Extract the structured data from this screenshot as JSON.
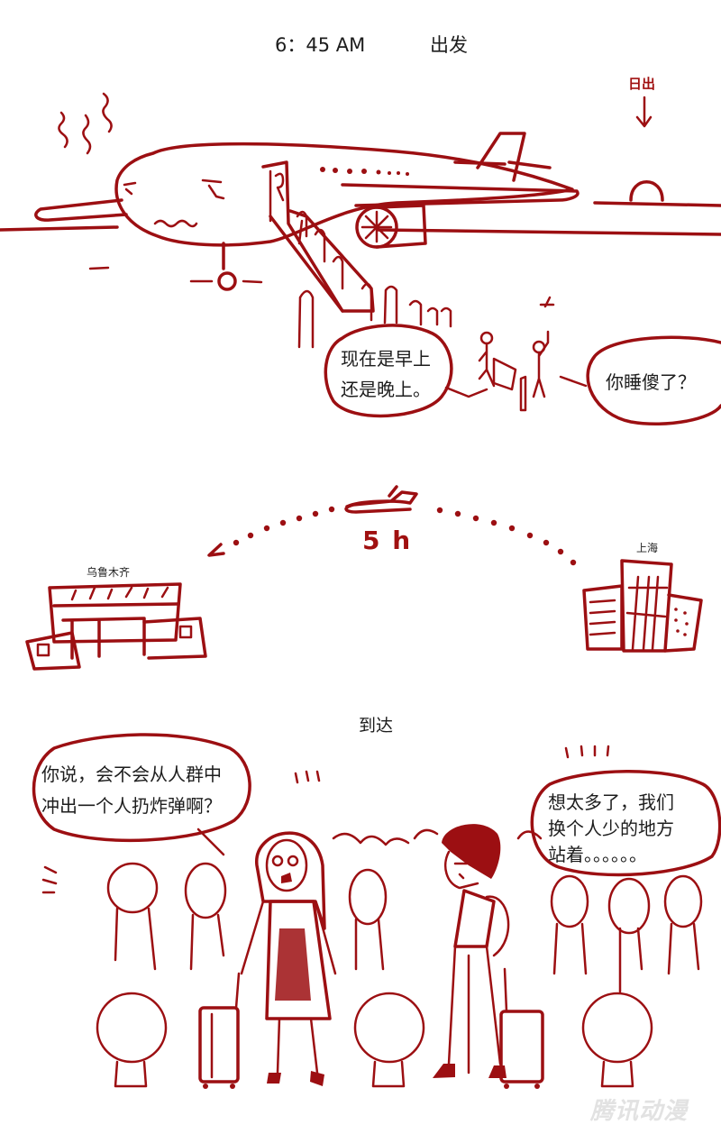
{
  "panel1": {
    "time": "6：45  AM",
    "caption": "出发",
    "sunrise_label": "日出",
    "bubble_left": {
      "line1": "现在是早上",
      "line2": "还是晚上。"
    },
    "bubble_right": {
      "text": "你睡傻了？"
    }
  },
  "panel2": {
    "duration": "5 h",
    "origin_city": "上海",
    "destination_city": "乌鲁木齐"
  },
  "panel3": {
    "caption": "到达",
    "bubble_left": {
      "line1": "你说，会不会从人群中",
      "line2": "冲出一个人扔炸弹啊？"
    },
    "bubble_right": {
      "line1": "想太多了，我们",
      "line2": "换个人少的地方",
      "line3": "站着。。。。。。"
    }
  },
  "watermark": "腾讯动漫",
  "colors": {
    "ink": "#9c0f12",
    "text": "#1d1d1d",
    "background": "#ffffff",
    "watermark": "#e2e2e2"
  }
}
